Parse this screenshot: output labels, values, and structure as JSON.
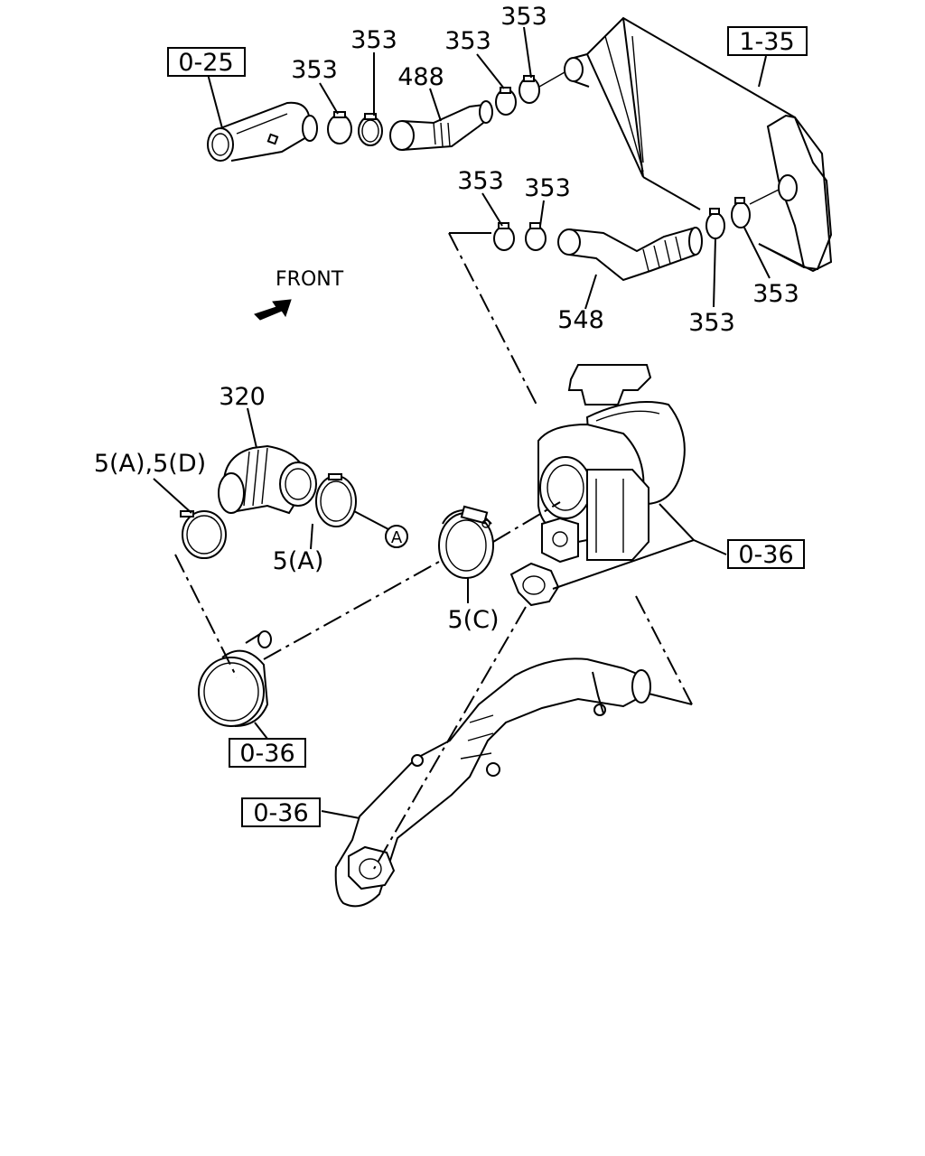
{
  "labels": {
    "ref_0_25": "0-25",
    "ref_1_35": "1-35",
    "ref_0_36_right": "0-36",
    "ref_0_36_mid": "0-36",
    "ref_0_36_low": "0-36",
    "p353_a": "353",
    "p353_b": "353",
    "p353_c": "353",
    "p353_d": "353",
    "p353_e": "353",
    "p353_f": "353",
    "p353_g": "353",
    "p353_h": "353",
    "p488": "488",
    "p548": "548",
    "p320": "320",
    "p5ad": "5(A),5(D)",
    "p5a": "5(A)",
    "p5c": "5(C)",
    "marker_a": "A",
    "front": "FRONT"
  },
  "icons": {
    "front_arrow": "front-arrow-icon",
    "marker_a": "circled-a-icon"
  }
}
